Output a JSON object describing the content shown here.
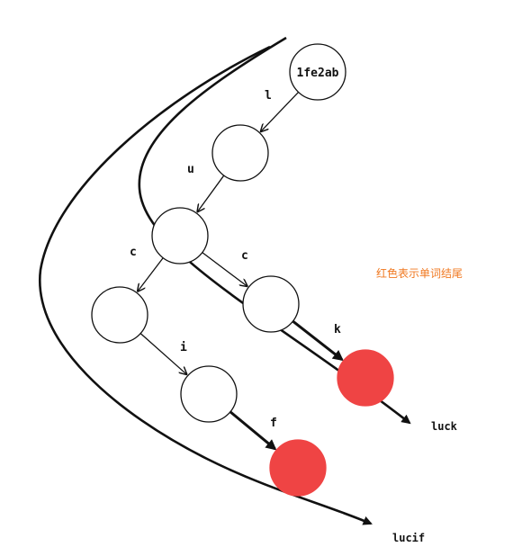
{
  "colors": {
    "ink": "#111111",
    "node_fill": "#ffffff",
    "end_fill": "#ef4444",
    "note": "#f07820"
  },
  "nodes": [
    {
      "id": "root",
      "label": "1fe2ab",
      "is_end": false
    },
    {
      "id": "l",
      "label": "",
      "is_end": false
    },
    {
      "id": "lu",
      "label": "",
      "is_end": false
    },
    {
      "id": "luc_left",
      "label": "",
      "is_end": false
    },
    {
      "id": "luc_right",
      "label": "",
      "is_end": false
    },
    {
      "id": "luci",
      "label": "",
      "is_end": false
    },
    {
      "id": "luck",
      "label": "",
      "is_end": true
    },
    {
      "id": "lucif",
      "label": "",
      "is_end": true
    }
  ],
  "edges": [
    {
      "from": "root",
      "to": "l",
      "label": "l"
    },
    {
      "from": "l",
      "to": "lu",
      "label": "u"
    },
    {
      "from": "lu",
      "to": "luc_left",
      "label": "c"
    },
    {
      "from": "lu",
      "to": "luc_right",
      "label": "c"
    },
    {
      "from": "luc_left",
      "to": "luci",
      "label": "i"
    },
    {
      "from": "luc_right",
      "to": "luck",
      "label": "k"
    },
    {
      "from": "luci",
      "to": "lucif",
      "label": "f"
    }
  ],
  "words": [
    "luck",
    "lucif"
  ],
  "legend_note": "红色表示单词结尾"
}
